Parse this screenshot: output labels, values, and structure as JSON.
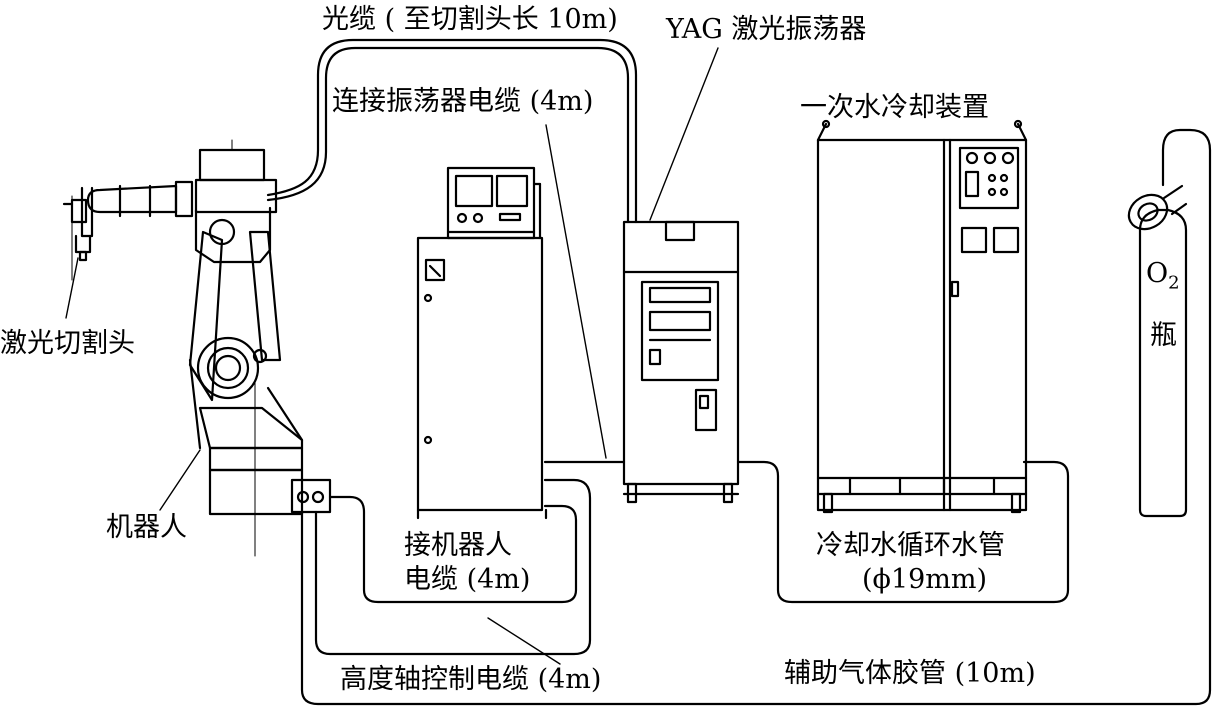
{
  "labels": {
    "fiber_cable": "光缆 ( 至切割头长 10m)",
    "yag_oscillator": "YAG 激光振荡器",
    "oscillator_cable": "连接振荡器电缆 (4m)",
    "primary_cooling": "一次水冷却装置",
    "laser_head": "激光切割头",
    "robot": "机器人",
    "robot_cable_line1": "接机器人",
    "robot_cable_line2": "电缆 (4m)",
    "cooling_pipe_line1": "冷却水循环水管",
    "cooling_pipe_line2": "(ϕ19mm)",
    "height_axis_cable": "高度轴控制电缆 (4m)",
    "aux_gas_hose": "辅助气体胶管 (10m)",
    "o2_symbol": "O",
    "o2_subscript": "2",
    "bottle": "瓶"
  }
}
